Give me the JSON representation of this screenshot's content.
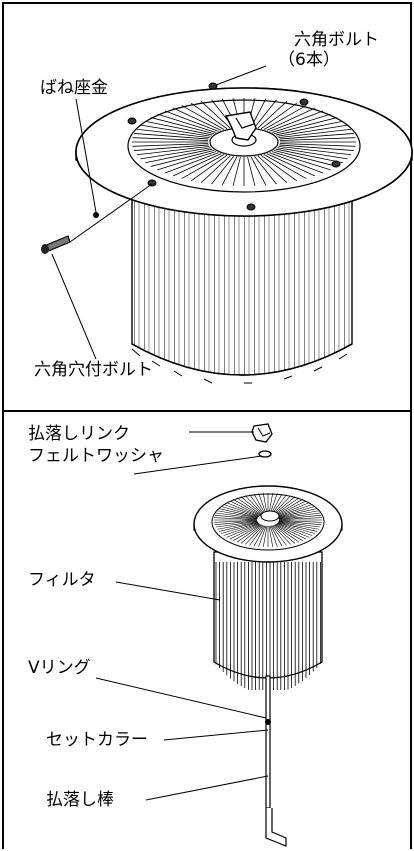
{
  "top_panel": {
    "labels": {
      "hex_bolt": "六角ボルト",
      "hex_bolt_qty": "（6本）",
      "spring_washer": "ばね座金",
      "hex_socket_bolt": "六角穴付ボルト"
    }
  },
  "bottom_panel": {
    "labels": {
      "shaking_link": "払落しリンク",
      "felt_washer": "フェルトワッシャ",
      "filter": "フィルタ",
      "v_ring": "Vリング",
      "set_collar": "セットカラー",
      "shaking_rod": "払落し棒"
    }
  }
}
